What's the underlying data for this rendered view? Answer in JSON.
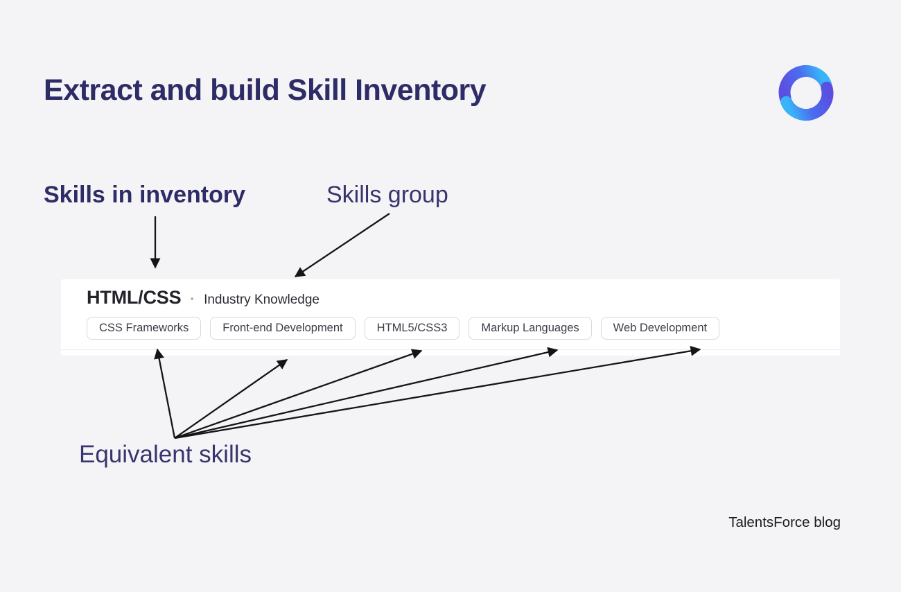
{
  "title": "Extract and build Skill Inventory",
  "labels": {
    "inventory": "Skills in inventory",
    "group": "Skills group",
    "equivalent": "Equivalent skills"
  },
  "card": {
    "skill": "HTML/CSS",
    "separator": "·",
    "group": "Industry Knowledge",
    "chips": [
      "CSS Frameworks",
      "Front-end Development",
      "HTML5/CSS3",
      "Markup Languages",
      "Web Development"
    ]
  },
  "footer": "TalentsForce blog",
  "icons": {
    "logo": "brand-logo-icon"
  },
  "colors": {
    "background": "#f4f4f6",
    "heading": "#2e2c66",
    "annotation": "#37346e",
    "card_bg": "#ffffff",
    "divider": "#ededf1",
    "skill_text": "#23232b",
    "group_text": "#2b2b33",
    "dot": "#9a9aa2",
    "chip_border": "#d8d8e0",
    "chip_text": "#3c3c46",
    "arrow": "#151515",
    "footer_text": "#1b1b1d",
    "logo_blue": "#3ab4f8",
    "logo_mid": "#4b6ef0",
    "logo_indigo": "#5a4fe0"
  }
}
